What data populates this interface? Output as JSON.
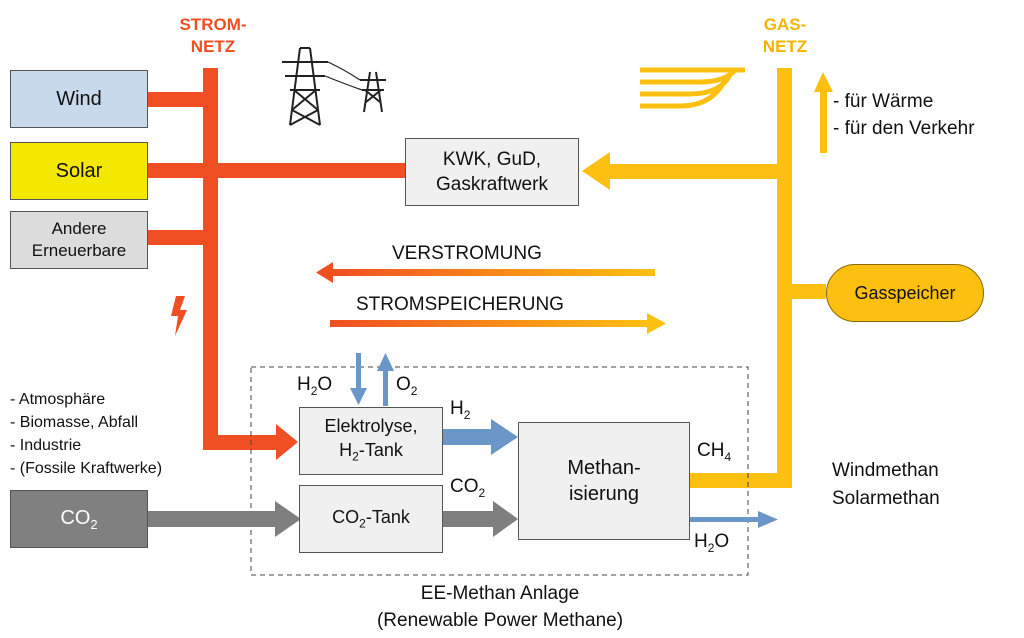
{
  "networks": {
    "strom_line1": "STROM-",
    "strom_line2": "NETZ",
    "gas_line1": "GAS-",
    "gas_line2": "NETZ"
  },
  "sources": {
    "wind": "Wind",
    "solar": "Solar",
    "andere_line1": "Andere",
    "andere_line2": "Erneuerbare",
    "co2_main": "CO",
    "co2_sub": "2"
  },
  "co2_sources": [
    "- Atmosphäre",
    "- Biomasse, Abfall",
    "- Industrie",
    "- (Fossile Kraftwerke)"
  ],
  "gas_uses": [
    "- für Wärme",
    "- für den Verkehr"
  ],
  "plant": {
    "kwk_line1": "KWK, GuD,",
    "kwk_line2": "Gaskraftwerk",
    "elektrolyse_line1": "Elektrolyse,",
    "elektrolyse_line2_a": "H",
    "elektrolyse_line2_sub": "2",
    "elektrolyse_line2_b": "-Tank",
    "co2tank_a": "CO",
    "co2tank_sub": "2",
    "co2tank_b": "-Tank",
    "meth_line1": "Methan-",
    "meth_line2": "isierung",
    "gasspeicher": "Gasspeicher"
  },
  "flows": {
    "verstromung": "VERSTROMUNG",
    "stromspeicherung": "STROMSPEICHERUNG",
    "h2o_in_a": "H",
    "h2o_in_sub": "2",
    "h2o_in_b": "O",
    "o2_a": "O",
    "o2_sub": "2",
    "h2_a": "H",
    "h2_sub": "2",
    "co2_a": "CO",
    "co2_sub": "2",
    "ch4_a": "CH",
    "ch4_sub": "4",
    "h2o_out_a": "H",
    "h2o_out_sub": "2",
    "h2o_out_b": "O"
  },
  "products": {
    "line1": "Windmethan",
    "line2": "Solarmethan"
  },
  "plant_label": {
    "line1": "EE-Methan Anlage",
    "line2": "(Renewable Power Methane)"
  },
  "colors": {
    "strom": "#f04e23",
    "gas": "#fdc010",
    "wind_fill": "#c7d9ea",
    "solar_fill": "#f5e800",
    "andere_fill": "#dcdcdc",
    "co2_fill": "#808080",
    "box_fill": "#f0f0f0",
    "blue": "#6a96c8",
    "grey_arrow": "#7f7f7f"
  }
}
